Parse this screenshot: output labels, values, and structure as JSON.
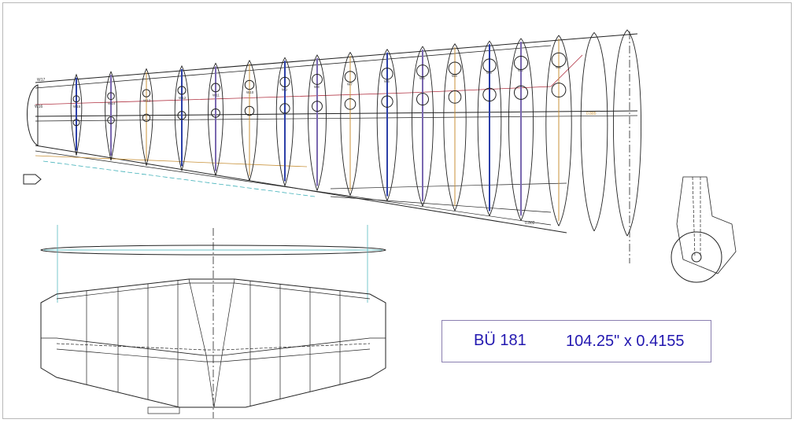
{
  "drawing": {
    "model_name": "BÜ 181",
    "scale_text": "104.25\" x 0.4155",
    "root_labels": [
      "W17",
      "W16"
    ],
    "rib_labels": [
      "W15",
      "W14",
      "W13",
      "W12",
      "W11",
      "W10",
      "W9",
      "W8",
      "W7",
      "W6",
      "W5",
      "W4",
      "W3",
      "W2",
      "W1"
    ],
    "dimension_labels": [
      "0.885",
      "0.802"
    ]
  },
  "colors": {
    "line": "#222222",
    "spar_blue": "#2c3fa8",
    "spar_purple": "#7a68b0",
    "orange": "#c8923a",
    "red": "#b03040",
    "cyan": "#3fb0b8",
    "title": "#2318b0"
  }
}
